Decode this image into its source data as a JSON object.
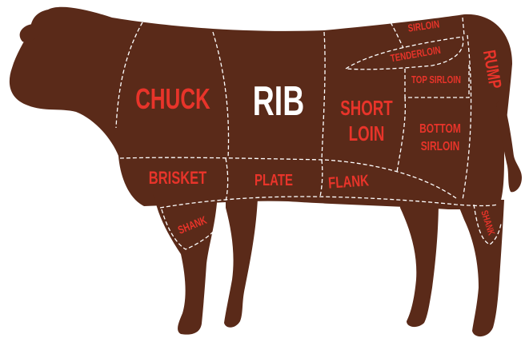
{
  "colors": {
    "body": "#5a2a19",
    "label": "#e8342a",
    "highlight": "#ffffff",
    "cut_lines": "#ffffff"
  },
  "cuts": {
    "chuck": "CHUCK",
    "rib": "RIB",
    "short_loin_line1": "SHORT",
    "short_loin_line2": "LOIN",
    "sirloin": "SIRLOIN",
    "tenderloin": "TENDERLOIN",
    "top_sirloin": "TOP SIRLOIN",
    "bottom_sirloin_line1": "BOTTOM",
    "bottom_sirloin_line2": "SIRLOIN",
    "rump": "RUMP",
    "brisket": "BRISKET",
    "plate": "PLATE",
    "flank": "FLANK",
    "front_shank": "SHANK",
    "rear_shank": "SHANK"
  },
  "highlighted_cut": "rib"
}
